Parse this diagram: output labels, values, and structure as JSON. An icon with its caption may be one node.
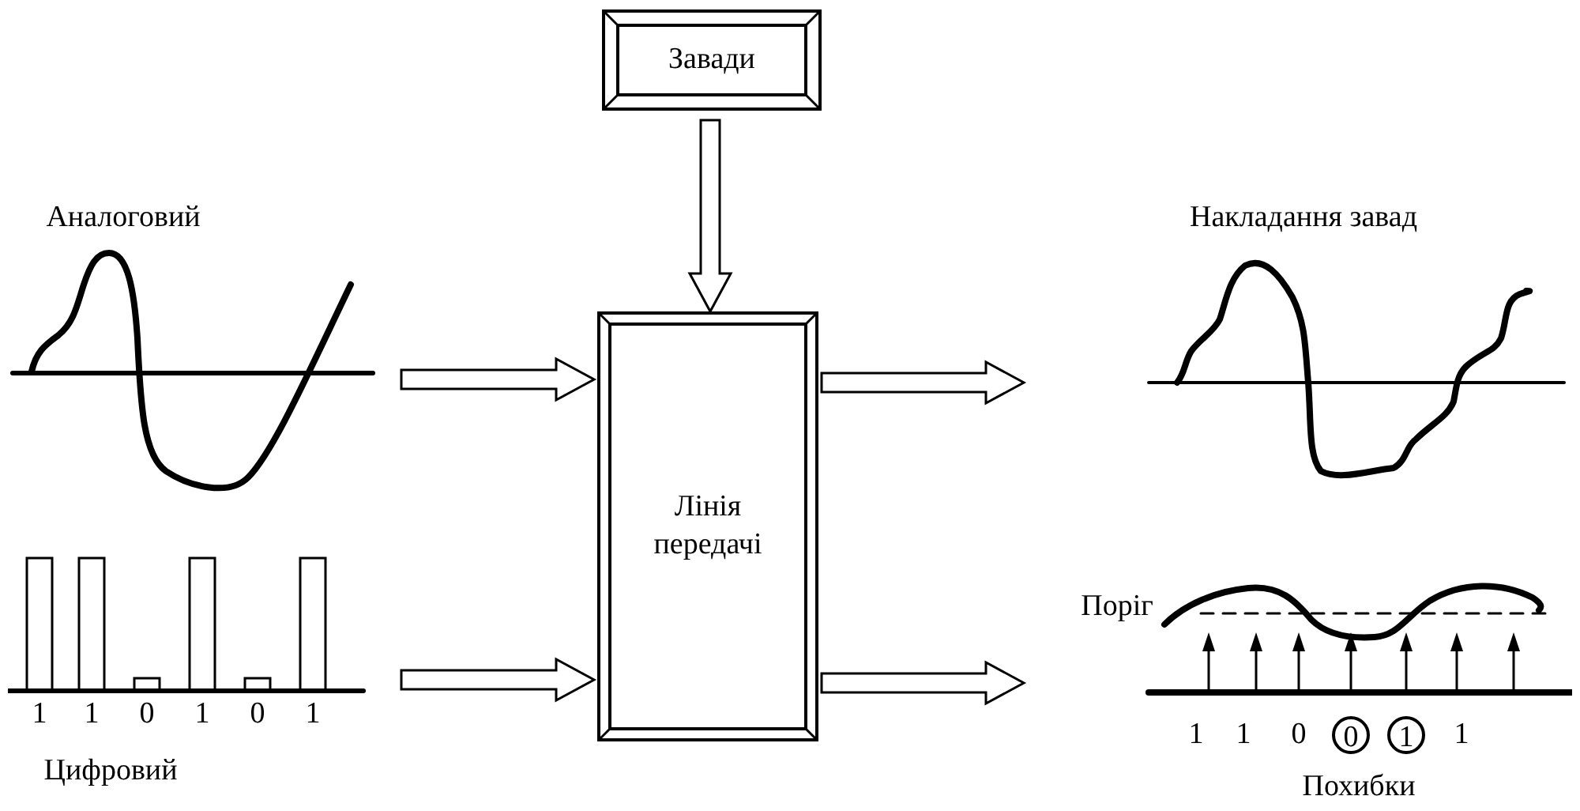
{
  "diagram": {
    "nodes": [
      {
        "text": [
          "Завади"
        ]
      },
      {
        "text": [
          "Лінія передачі"
        ]
      },
      {
        "text": [
          "Аналоговий"
        ]
      },
      {
        "text": [
          "Цифровий"
        ]
      },
      {
        "text": [
          "Накладання завад"
        ]
      },
      {
        "text": [
          "Похибки"
        ]
      }
    ],
    "edges": [
      {
        "from": 0,
        "to": 1,
        "arrow": "to"
      },
      {
        "from": 2,
        "to": 1,
        "arrow": "to"
      },
      {
        "from": 3,
        "to": 1,
        "arrow": "to"
      },
      {
        "from": 1,
        "to": 4,
        "arrow": "to"
      },
      {
        "from": 1,
        "to": 5,
        "arrow": "to"
      }
    ],
    "labels": [
      "1",
      "1",
      "0",
      "1",
      "0",
      "1",
      "Поріг",
      "1",
      "1",
      "0",
      "0",
      "1",
      "1"
    ]
  }
}
